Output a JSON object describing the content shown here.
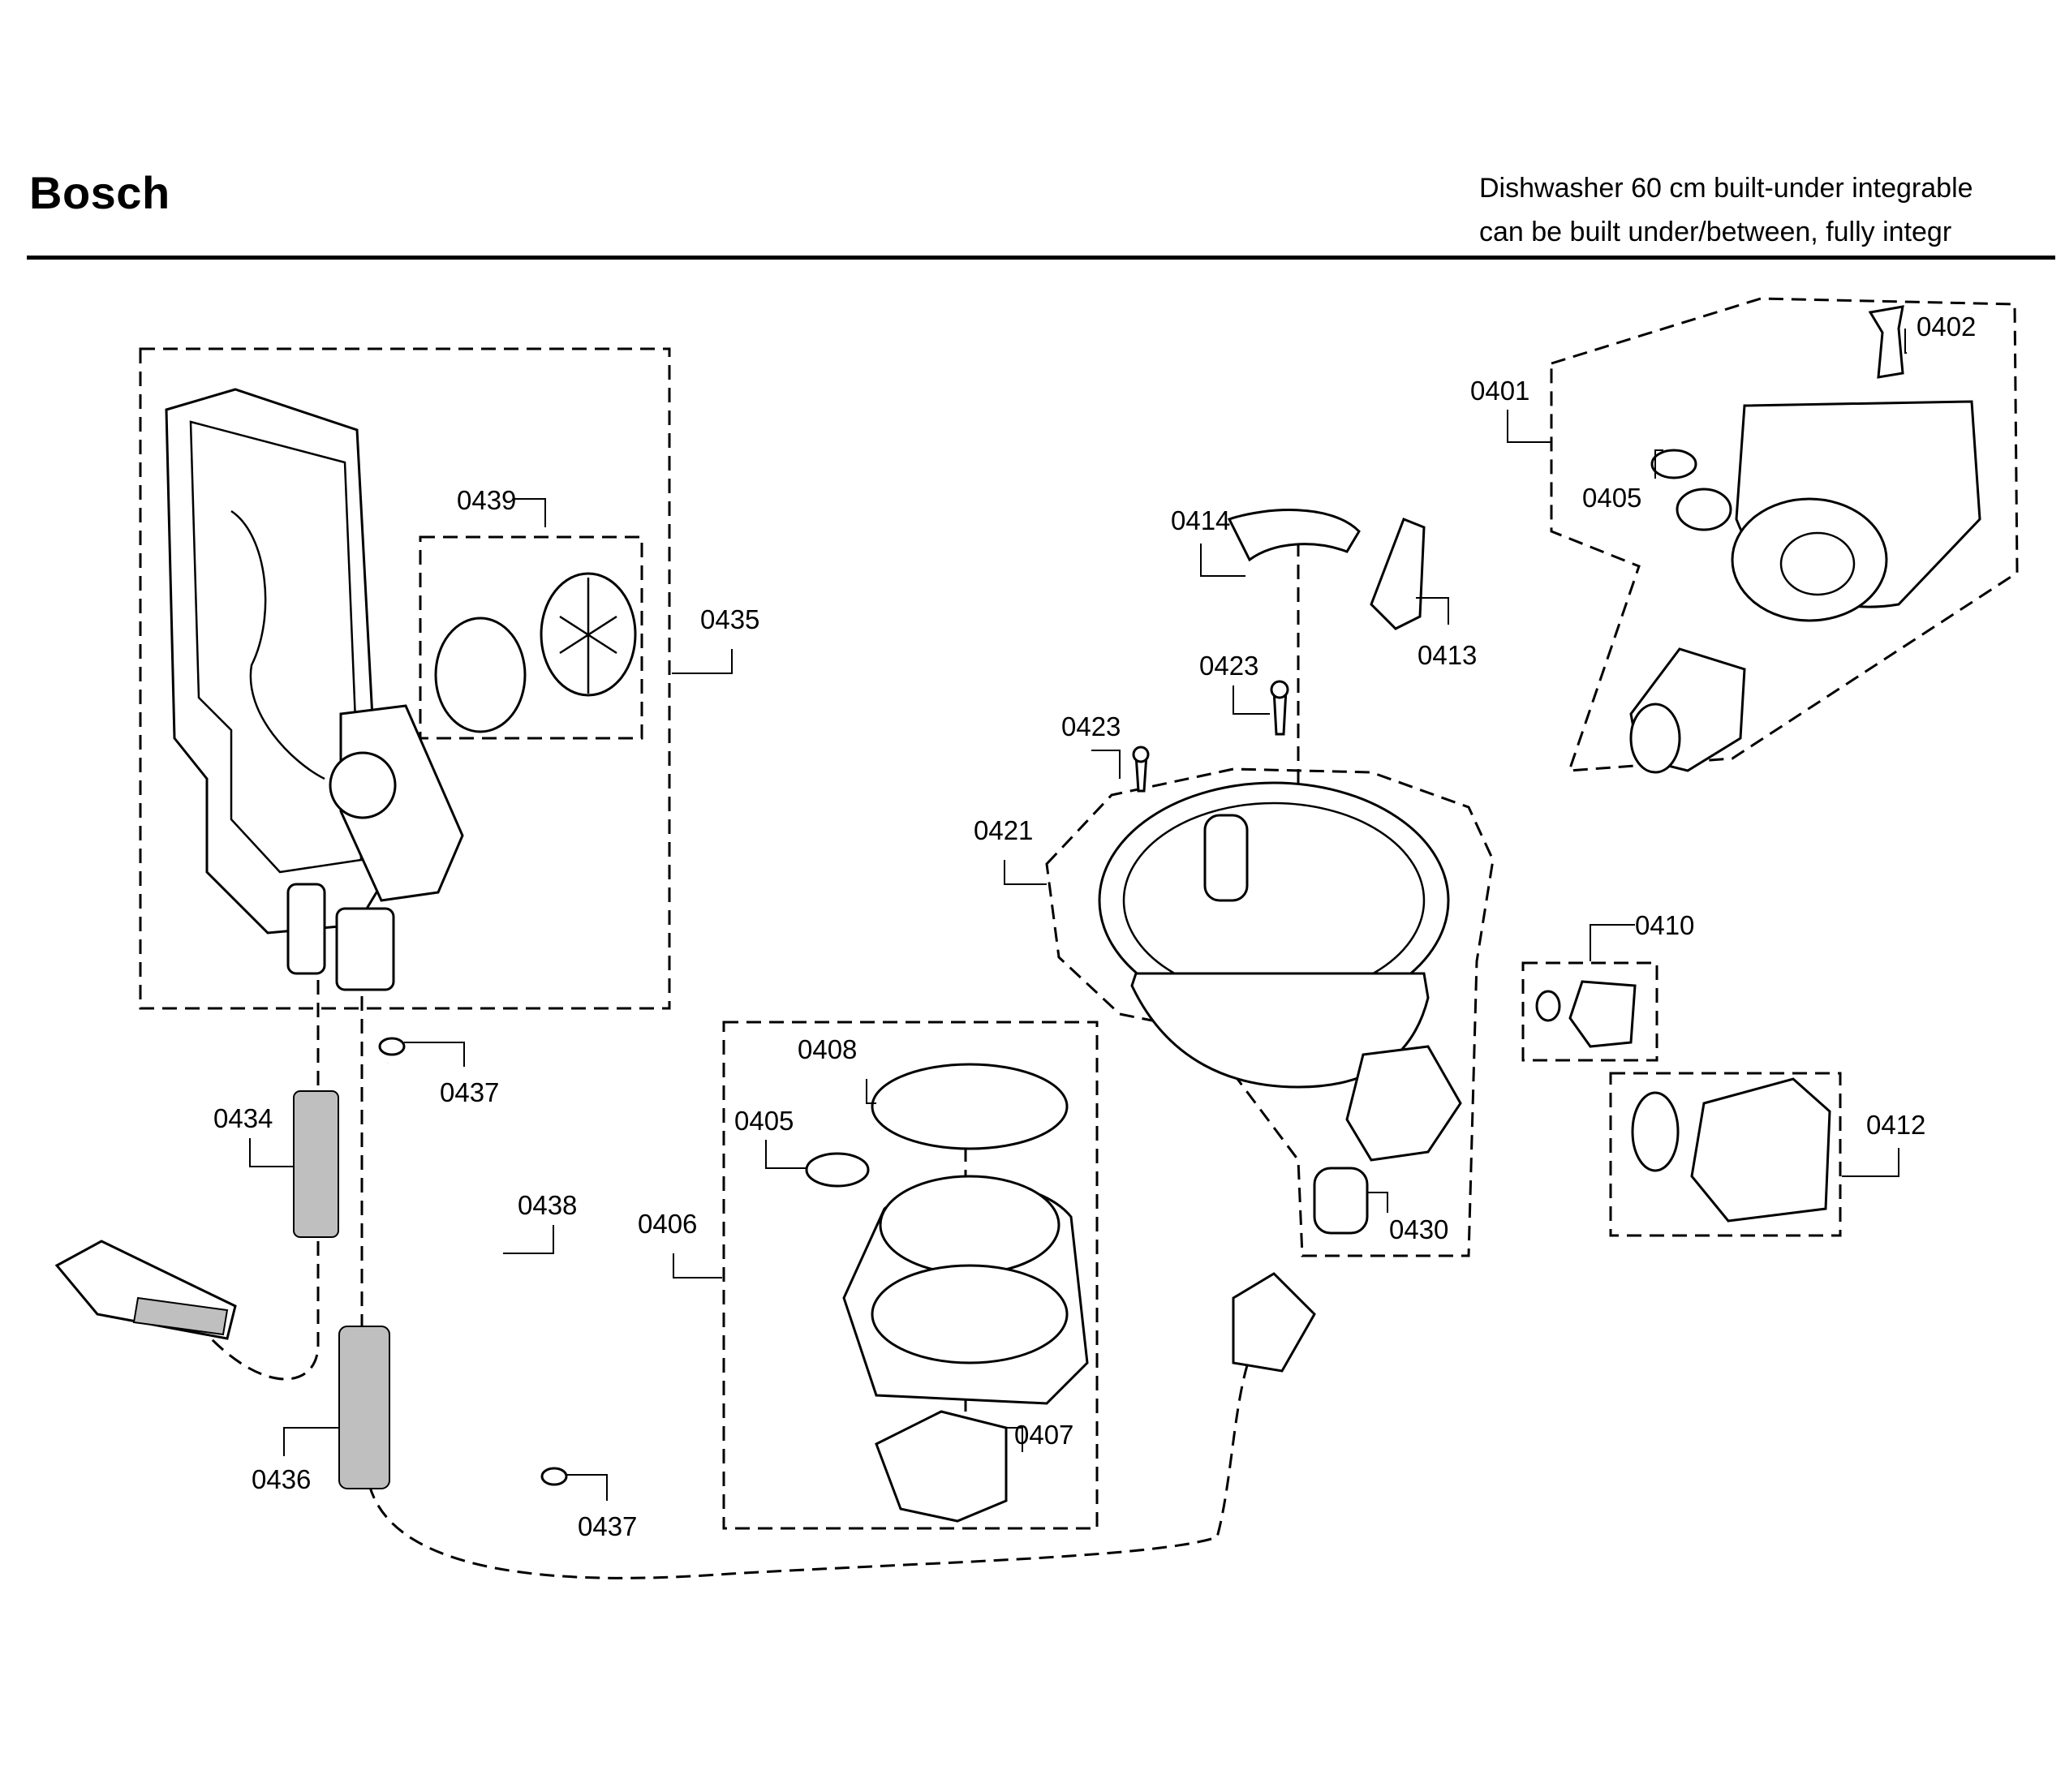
{
  "header": {
    "brand": "Bosch",
    "description_line1": "Dishwasher 60 cm built-under integrable",
    "description_line2": "can be built under/between, fully integr"
  },
  "callouts": {
    "c0401": "0401",
    "c0402": "0402",
    "c0405a": "0405",
    "c0405b": "0405",
    "c0406": "0406",
    "c0407": "0407",
    "c0408": "0408",
    "c0410": "0410",
    "c0412": "0412",
    "c0413": "0413",
    "c0414": "0414",
    "c0421": "0421",
    "c0423a": "0423",
    "c0423b": "0423",
    "c0430": "0430",
    "c0434": "0434",
    "c0435": "0435",
    "c0436": "0436",
    "c0437a": "0437",
    "c0437b": "0437",
    "c0438": "0438",
    "c0439": "0439"
  }
}
